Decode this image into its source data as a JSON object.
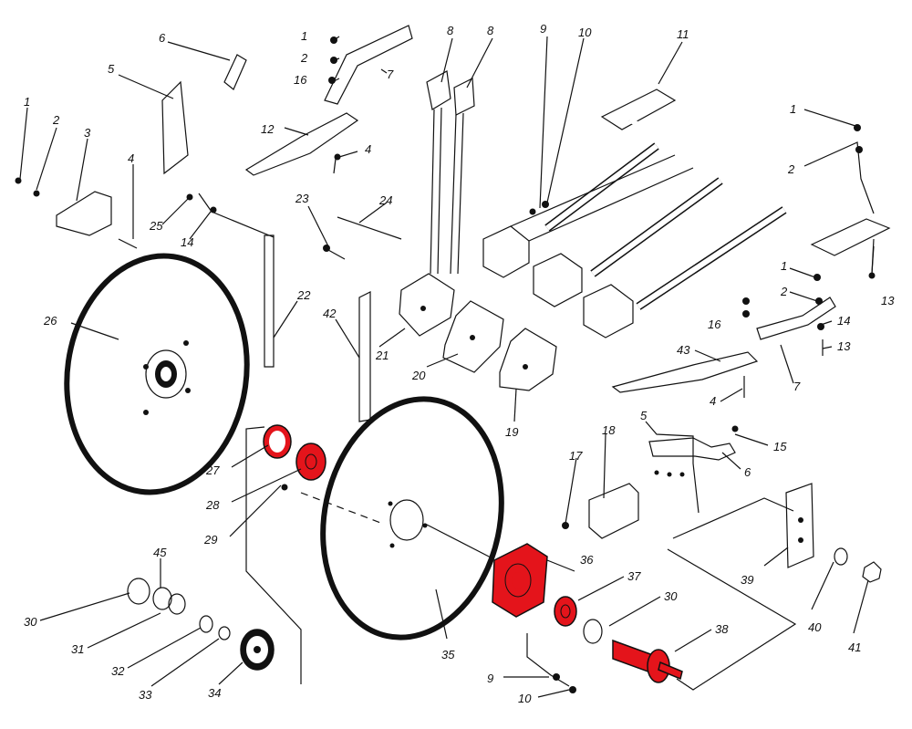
{
  "diagram": {
    "highlight_color": "#e4141b",
    "line_color": "#111111",
    "background": "#ffffff",
    "highlighted_parts": [
      "27",
      "28",
      "36",
      "37",
      "38"
    ],
    "callouts": [
      {
        "id": "c1a",
        "text": "1"
      },
      {
        "id": "c2a",
        "text": "2"
      },
      {
        "id": "c3",
        "text": "3"
      },
      {
        "id": "c4a",
        "text": "4"
      },
      {
        "id": "c5a",
        "text": "5"
      },
      {
        "id": "c6a",
        "text": "6"
      },
      {
        "id": "c1b",
        "text": "1"
      },
      {
        "id": "c2b",
        "text": "2"
      },
      {
        "id": "c16a",
        "text": "16"
      },
      {
        "id": "c7a",
        "text": "7"
      },
      {
        "id": "c12",
        "text": "12"
      },
      {
        "id": "c4b",
        "text": "4"
      },
      {
        "id": "c8a",
        "text": "8"
      },
      {
        "id": "c8b",
        "text": "8"
      },
      {
        "id": "c9a",
        "text": "9"
      },
      {
        "id": "c10a",
        "text": "10"
      },
      {
        "id": "c11",
        "text": "11"
      },
      {
        "id": "c1c",
        "text": "1"
      },
      {
        "id": "c2c",
        "text": "2"
      },
      {
        "id": "c13a",
        "text": "13"
      },
      {
        "id": "c25",
        "text": "25"
      },
      {
        "id": "c14a",
        "text": "14"
      },
      {
        "id": "c23",
        "text": "23"
      },
      {
        "id": "c24",
        "text": "24"
      },
      {
        "id": "c22",
        "text": "22"
      },
      {
        "id": "c26",
        "text": "26"
      },
      {
        "id": "c42",
        "text": "42"
      },
      {
        "id": "c21",
        "text": "21"
      },
      {
        "id": "c20",
        "text": "20"
      },
      {
        "id": "c19",
        "text": "19"
      },
      {
        "id": "c1d",
        "text": "1"
      },
      {
        "id": "c2d",
        "text": "2"
      },
      {
        "id": "c16b",
        "text": "16"
      },
      {
        "id": "c14b",
        "text": "14"
      },
      {
        "id": "c13b",
        "text": "13"
      },
      {
        "id": "c7b",
        "text": "7"
      },
      {
        "id": "c43",
        "text": "43"
      },
      {
        "id": "c4c",
        "text": "4"
      },
      {
        "id": "c18",
        "text": "18"
      },
      {
        "id": "c5b",
        "text": "5"
      },
      {
        "id": "c15",
        "text": "15"
      },
      {
        "id": "c6b",
        "text": "6"
      },
      {
        "id": "c17",
        "text": "17"
      },
      {
        "id": "c27",
        "text": "27"
      },
      {
        "id": "c28",
        "text": "28"
      },
      {
        "id": "c29",
        "text": "29"
      },
      {
        "id": "c36",
        "text": "36"
      },
      {
        "id": "c37",
        "text": "37"
      },
      {
        "id": "c30b",
        "text": "30"
      },
      {
        "id": "c38",
        "text": "38"
      },
      {
        "id": "c39",
        "text": "39"
      },
      {
        "id": "c40",
        "text": "40"
      },
      {
        "id": "c41",
        "text": "41"
      },
      {
        "id": "c45",
        "text": "45"
      },
      {
        "id": "c30a",
        "text": "30"
      },
      {
        "id": "c31",
        "text": "31"
      },
      {
        "id": "c32",
        "text": "32"
      },
      {
        "id": "c33",
        "text": "33"
      },
      {
        "id": "c34",
        "text": "34"
      },
      {
        "id": "c35",
        "text": "35"
      },
      {
        "id": "c9b",
        "text": "9"
      },
      {
        "id": "c10b",
        "text": "10"
      }
    ]
  }
}
